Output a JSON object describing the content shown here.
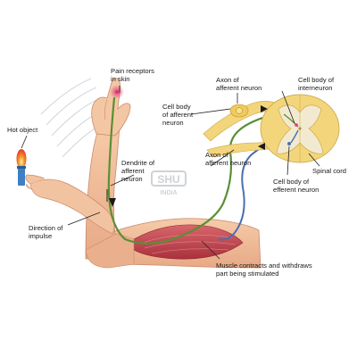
{
  "labels": {
    "hot_object": "Hot object",
    "pain_receptors": [
      "Pain receptors",
      "in skin"
    ],
    "direction_of_impulse": [
      "Direction of",
      "impulse"
    ],
    "dendrite": [
      "Dendrite of",
      "afferent",
      "neuron"
    ],
    "cell_body_afferent": [
      "Cell body",
      "of afferent",
      "neuron"
    ],
    "axon_afferent_top": [
      "Axon of",
      "afferent neuron"
    ],
    "cell_body_interneuron": [
      "Cell body of",
      "interneuron"
    ],
    "axon_afferent_mid": [
      "Axon of",
      "afferent neuron"
    ],
    "spinal_cord": "Spinal cord",
    "cell_body_efferent": [
      "Cell body of",
      "efferent neuron"
    ],
    "muscle": [
      "Muscle contracts and withdraws",
      "part being stimulated"
    ]
  },
  "watermark": {
    "brand": "SHU",
    "region": "INDIA"
  },
  "colors": {
    "skin": "#f3c19c",
    "skin_shadow": "#e0a07c",
    "afferent_nerve": "#5a8f34",
    "efferent_nerve": "#4a6fb0",
    "muscle": "#c9474f",
    "spinal_white": "#f3d57c",
    "spinal_grey": "#f2ead0",
    "receptor_glow": "#e0387a",
    "flame": "#e2412a"
  }
}
